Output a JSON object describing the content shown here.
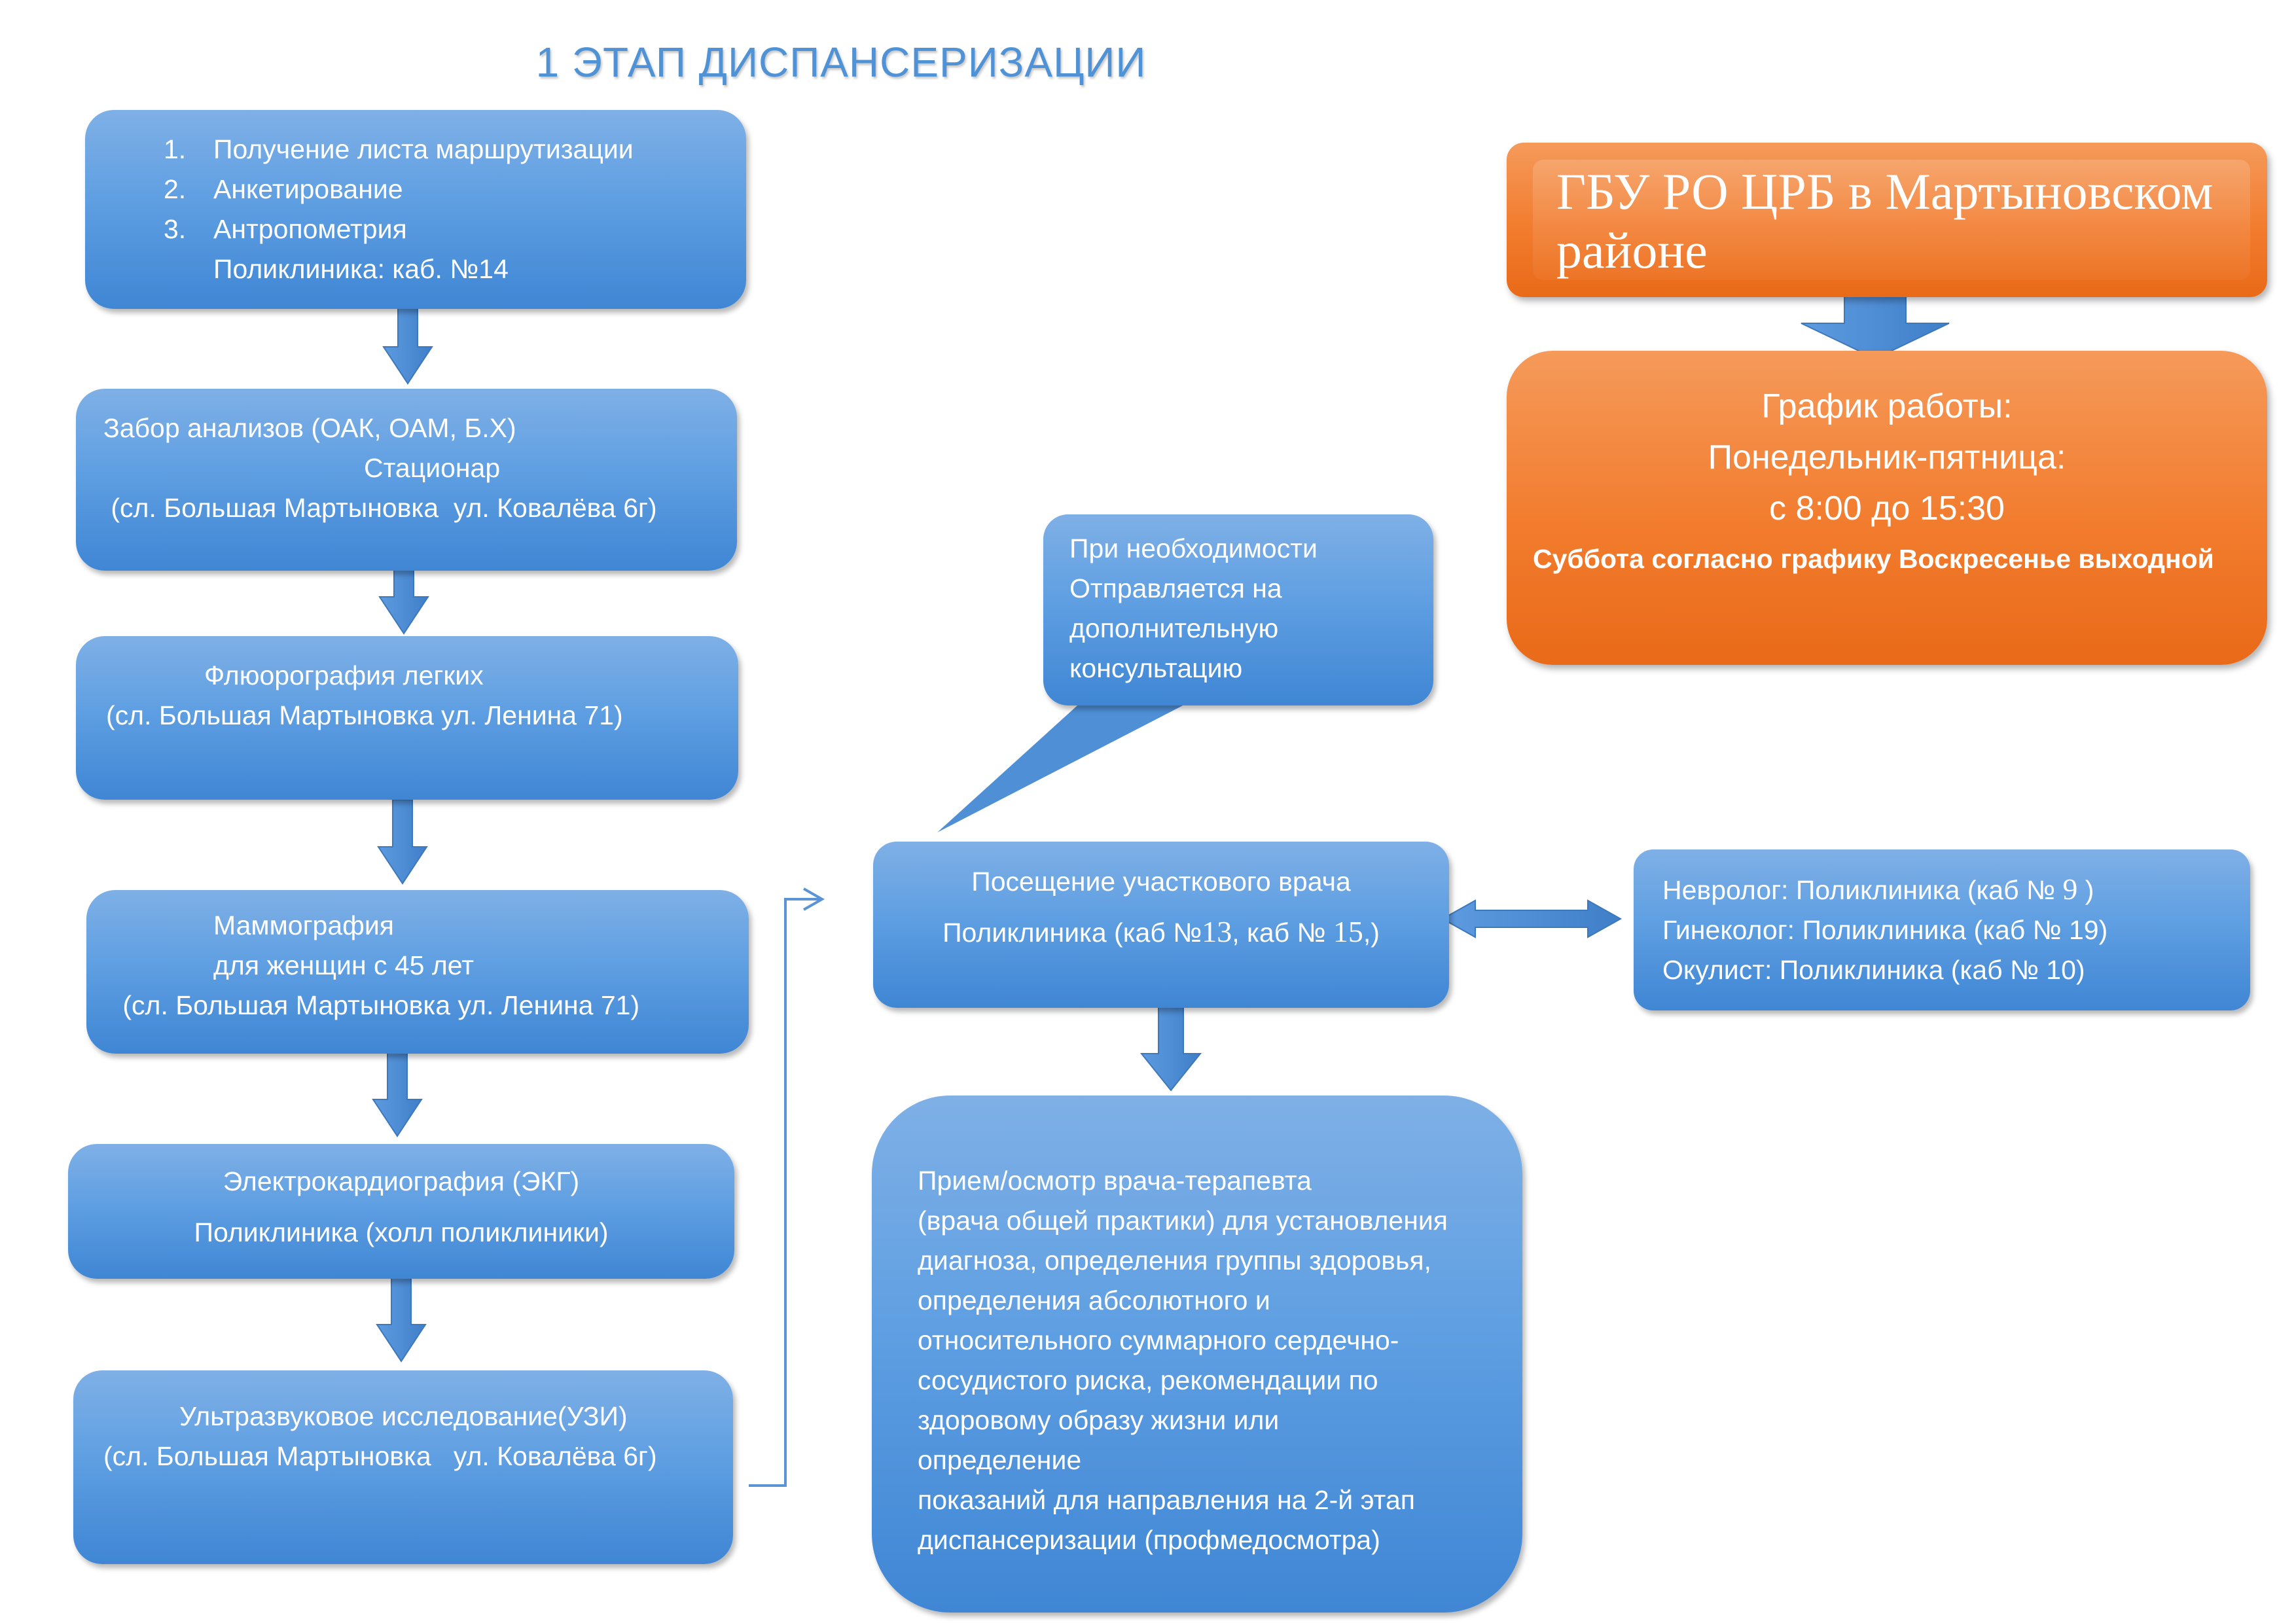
{
  "title": "1 ЭТАП ДИСПАНСЕРИЗАЦИИ",
  "steps": [
    {
      "list": [
        "Получение листа маршрутизации",
        "Анкетирование",
        "Антропометрия"
      ],
      "list_numbers": [
        "1.",
        "2.",
        "3."
      ],
      "note": "Поликлиника: каб. №14"
    },
    {
      "line1": "Забор анализов (ОАК, ОАМ, Б.Х)",
      "line2": "Стационар",
      "line3": " (сл. Большая Мартыновка  ул. Ковалёва 6г)"
    },
    {
      "line1": "Флюорография легких",
      "line2": "(сл. Большая Мартыновка ул. Ленина 71)"
    },
    {
      "line1": "Маммография",
      "line2": "для женщин с 45 лет",
      "line3": " (сл. Большая Мартыновка ул. Ленина 71)"
    },
    {
      "line1": "Электрокардиография (ЭКГ)",
      "line2": "Поликлиника (холл поликлиники)"
    },
    {
      "line1": "Ультразвуковое исследование(УЗИ)",
      "line2": "(сл. Большая Мартыновка   ул. Ковалёва 6г)"
    }
  ],
  "callout": {
    "lines": [
      "При необходимости",
      "Отправляется на",
      "дополнительную",
      "консультацию"
    ]
  },
  "doctor_visit": {
    "line1": "Посещение участкового врача",
    "line2_prefix": "Поликлиника (каб №",
    "num1": "13",
    "line2_mid": ", каб № ",
    "num2": "15",
    "line2_suffix": ",)"
  },
  "specialists": {
    "line1_prefix": "Невролог: Поликлиника (каб № ",
    "num1": "9",
    "line1_suffix": " )",
    "line2": "Гинеколог: Поликлиника (каб № 19)",
    "line3": "Окулист: Поликлиника (каб № 10)"
  },
  "therapist": {
    "lines": [
      "Прием/осмотр врача-терапевта",
      "(врача общей практики) для установления",
      "диагноза, определения группы здоровья,",
      "определения абсолютного и",
      "относительного суммарного сердечно-",
      "сосудистого риска, рекомендации по",
      "здоровому образу жизни или",
      "определение",
      "показаний для направления на 2-й этап",
      "диспансеризации (профмедосмотра)"
    ]
  },
  "org": {
    "line1": "ГБУ РО ЦРБ в Мартыновском",
    "line2": "районе"
  },
  "schedule": {
    "line1": "График работы:",
    "line2": "Понедельник-пятница:",
    "line3": "с 8:00 до 15:30",
    "line4": "Суббота согласно графику Воскресенье выходной"
  },
  "colors": {
    "box_blue": "#5f9fe2",
    "arrow_blue": "#4a8ad1",
    "orange": "#f27c2e",
    "title_blue": "#4f93d6"
  }
}
